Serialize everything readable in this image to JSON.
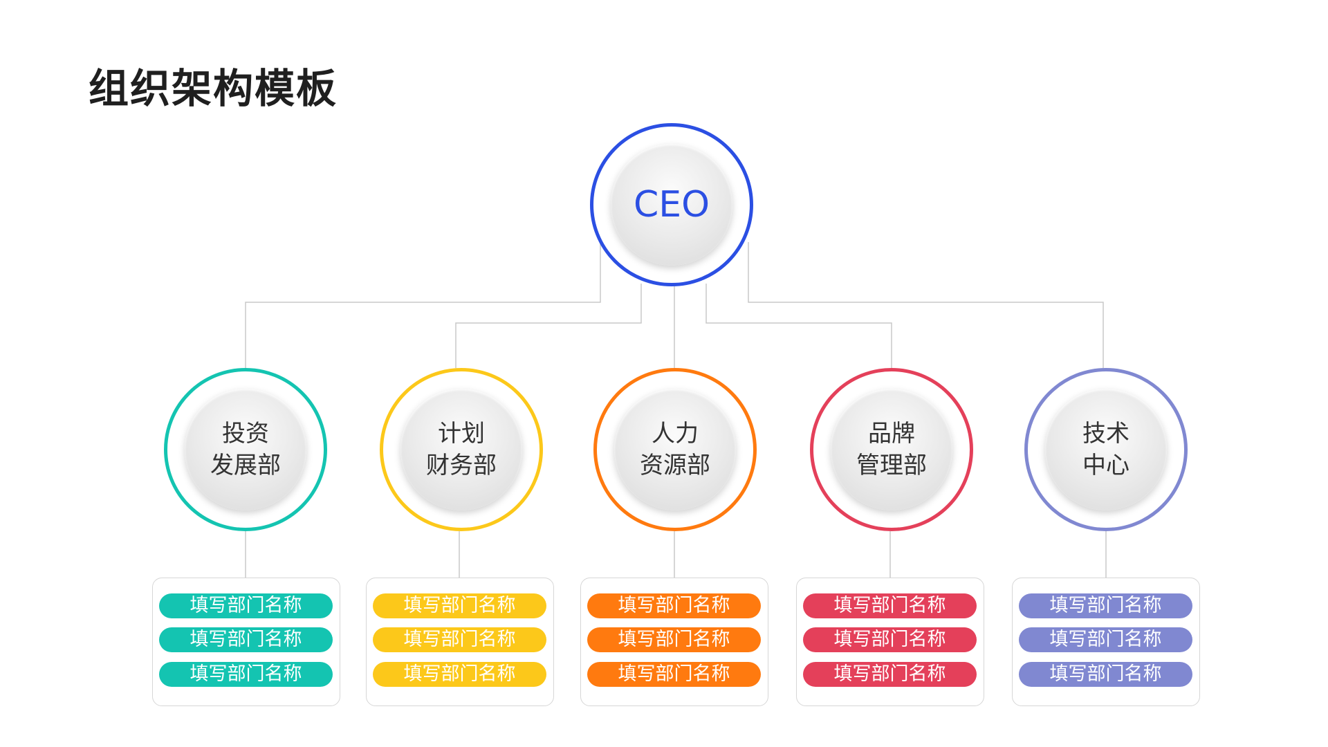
{
  "title": "组织架构模板",
  "ceo": {
    "label": "CEO",
    "color": "#2b4fe3"
  },
  "departments": [
    {
      "line1": "投资",
      "line2": "发展部",
      "color": "#14c4b1",
      "sub_items": [
        "填写部门名称",
        "填写部门名称",
        "填写部门名称"
      ]
    },
    {
      "line1": "计划",
      "line2": "财务部",
      "color": "#fcc81a",
      "sub_items": [
        "填写部门名称",
        "填写部门名称",
        "填写部门名称"
      ]
    },
    {
      "line1": "人力",
      "line2": "资源部",
      "color": "#ff7a0f",
      "sub_items": [
        "填写部门名称",
        "填写部门名称",
        "填写部门名称"
      ]
    },
    {
      "line1": "品牌",
      "line2": "管理部",
      "color": "#e4405a",
      "sub_items": [
        "填写部门名称",
        "填写部门名称",
        "填写部门名称"
      ]
    },
    {
      "line1": "技术",
      "line2": "中心",
      "color": "#8088d1",
      "sub_items": [
        "填写部门名称",
        "填写部门名称",
        "填写部门名称"
      ]
    }
  ]
}
